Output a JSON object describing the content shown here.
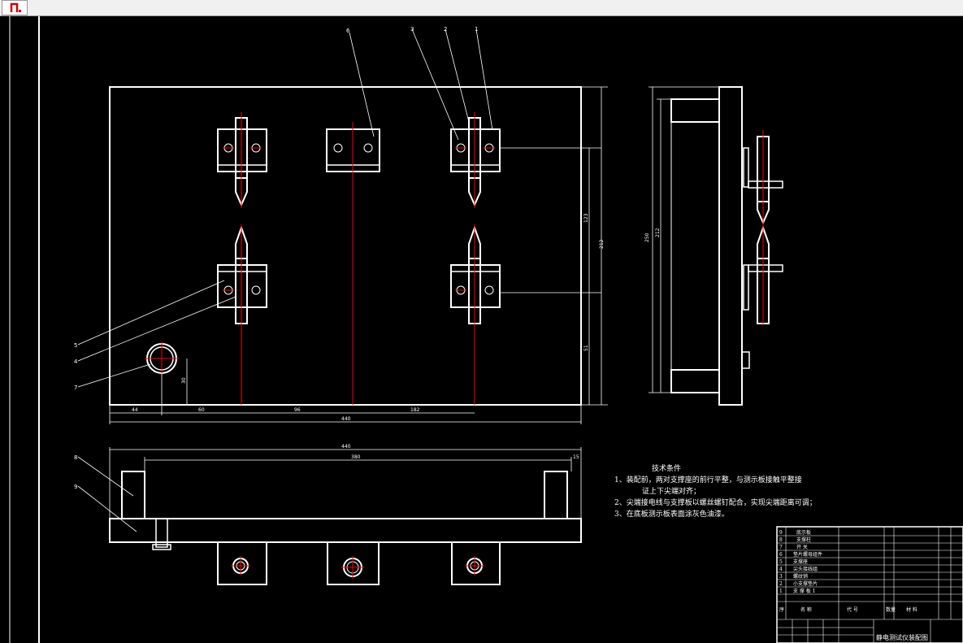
{
  "window": {
    "app_icon": "autocad-app-icon"
  },
  "drawing": {
    "balloons": [
      "1",
      "2",
      "3",
      "4",
      "5",
      "6",
      "7",
      "8",
      "9"
    ],
    "dims": {
      "front_w": "440",
      "d44": "44",
      "d60": "60",
      "d96": "96",
      "d182": "182",
      "d30": "30",
      "v1": "123",
      "v2": "212",
      "v3": "51",
      "side_h1": "250",
      "side_h2": "212",
      "bottom_w": "440",
      "bottom_inner": "380",
      "bottom_small": "15"
    }
  },
  "tech_notes": {
    "title": "技术条件",
    "lines": [
      "1、装配前，两对支撑座的前行平整，与测示板接触平整接",
      "证上下尖端对齐；",
      "2、尖端接电线与支撑板以螺丝螺钉配合，实现尖端距离可调；",
      "3、在底板测示板表面涂灰色油漆。"
    ]
  },
  "bom": {
    "rows": [
      {
        "no": "9",
        "name": "底示板"
      },
      {
        "no": "8",
        "name": "支撑柱"
      },
      {
        "no": "7",
        "name": "开 关"
      },
      {
        "no": "6",
        "name": "垫片螺母组件"
      },
      {
        "no": "5",
        "name": "支撑座"
      },
      {
        "no": "4",
        "name": "尖头接线组"
      },
      {
        "no": "3",
        "name": "螺纹销"
      },
      {
        "no": "2",
        "name": "小支撑垫片"
      },
      {
        "no": "1",
        "name": "支 撑 板 1"
      }
    ],
    "header": [
      "序",
      "名 称",
      "代 号",
      "数量",
      "材 料"
    ],
    "title_block": "静电测试仪装配图"
  }
}
